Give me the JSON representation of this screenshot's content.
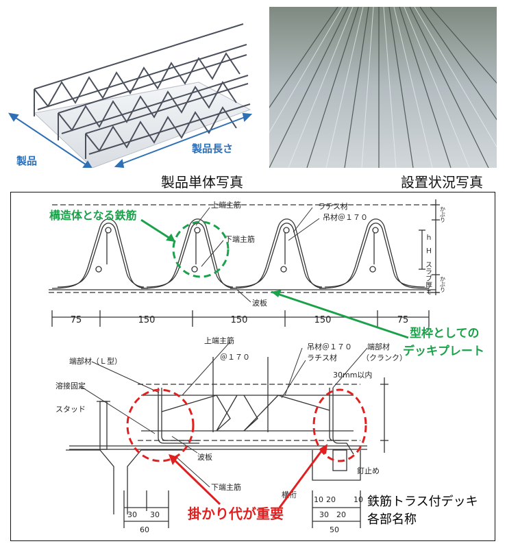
{
  "photos": {
    "product": {
      "caption": "製品単体写真",
      "label_product": "製品",
      "label_length": "製品長さ"
    },
    "installed": {
      "caption": "設置状況写真"
    }
  },
  "diagram": {
    "cross_section": {
      "callout_rebar": "構造体となる鉄筋",
      "upper_bar": "上端主筋",
      "lattice": "ラチス材",
      "hanger": "吊材＠１７０",
      "lower_bar": "下端主筋",
      "deck_plate": "波板",
      "slab_thickness": "ｈ　Ｈ　スラブ厚ｔ",
      "cover_top": "かぶり",
      "cover_bottom": "かぶり",
      "dims": [
        "75",
        "150",
        "150",
        "150",
        "75"
      ]
    },
    "longitudinal": {
      "upper_bar": "上端主筋",
      "pitch": "＠１７０",
      "hanger": "吊材＠１７０",
      "lattice": "ラチス材",
      "end_member_crank": "端部材",
      "crank": "（クランク）",
      "end_member_l": "端部材（Ｌ型）",
      "within_30": "30mm以内",
      "welded": "溶接固定",
      "stud": "スタッド",
      "deck_plate": "波板",
      "lower_bar": "下端主筋",
      "nail_stop": "釘止め",
      "beam": "横桁",
      "left_dims": [
        "30",
        "30",
        "60"
      ],
      "right_dims": [
        "10",
        "20",
        "10",
        "30",
        "20",
        "50"
      ]
    },
    "callout_deck": [
      "型枠としての",
      "デッキプレート"
    ],
    "callout_bearing": "掛かり代が重要",
    "title_lines": [
      "鉄筋トラス付デッキ",
      "各部名称"
    ]
  },
  "colors": {
    "callout_green": "#1aa14a",
    "callout_red": "#e02020",
    "photo_label_blue": "#2e6fb5"
  }
}
